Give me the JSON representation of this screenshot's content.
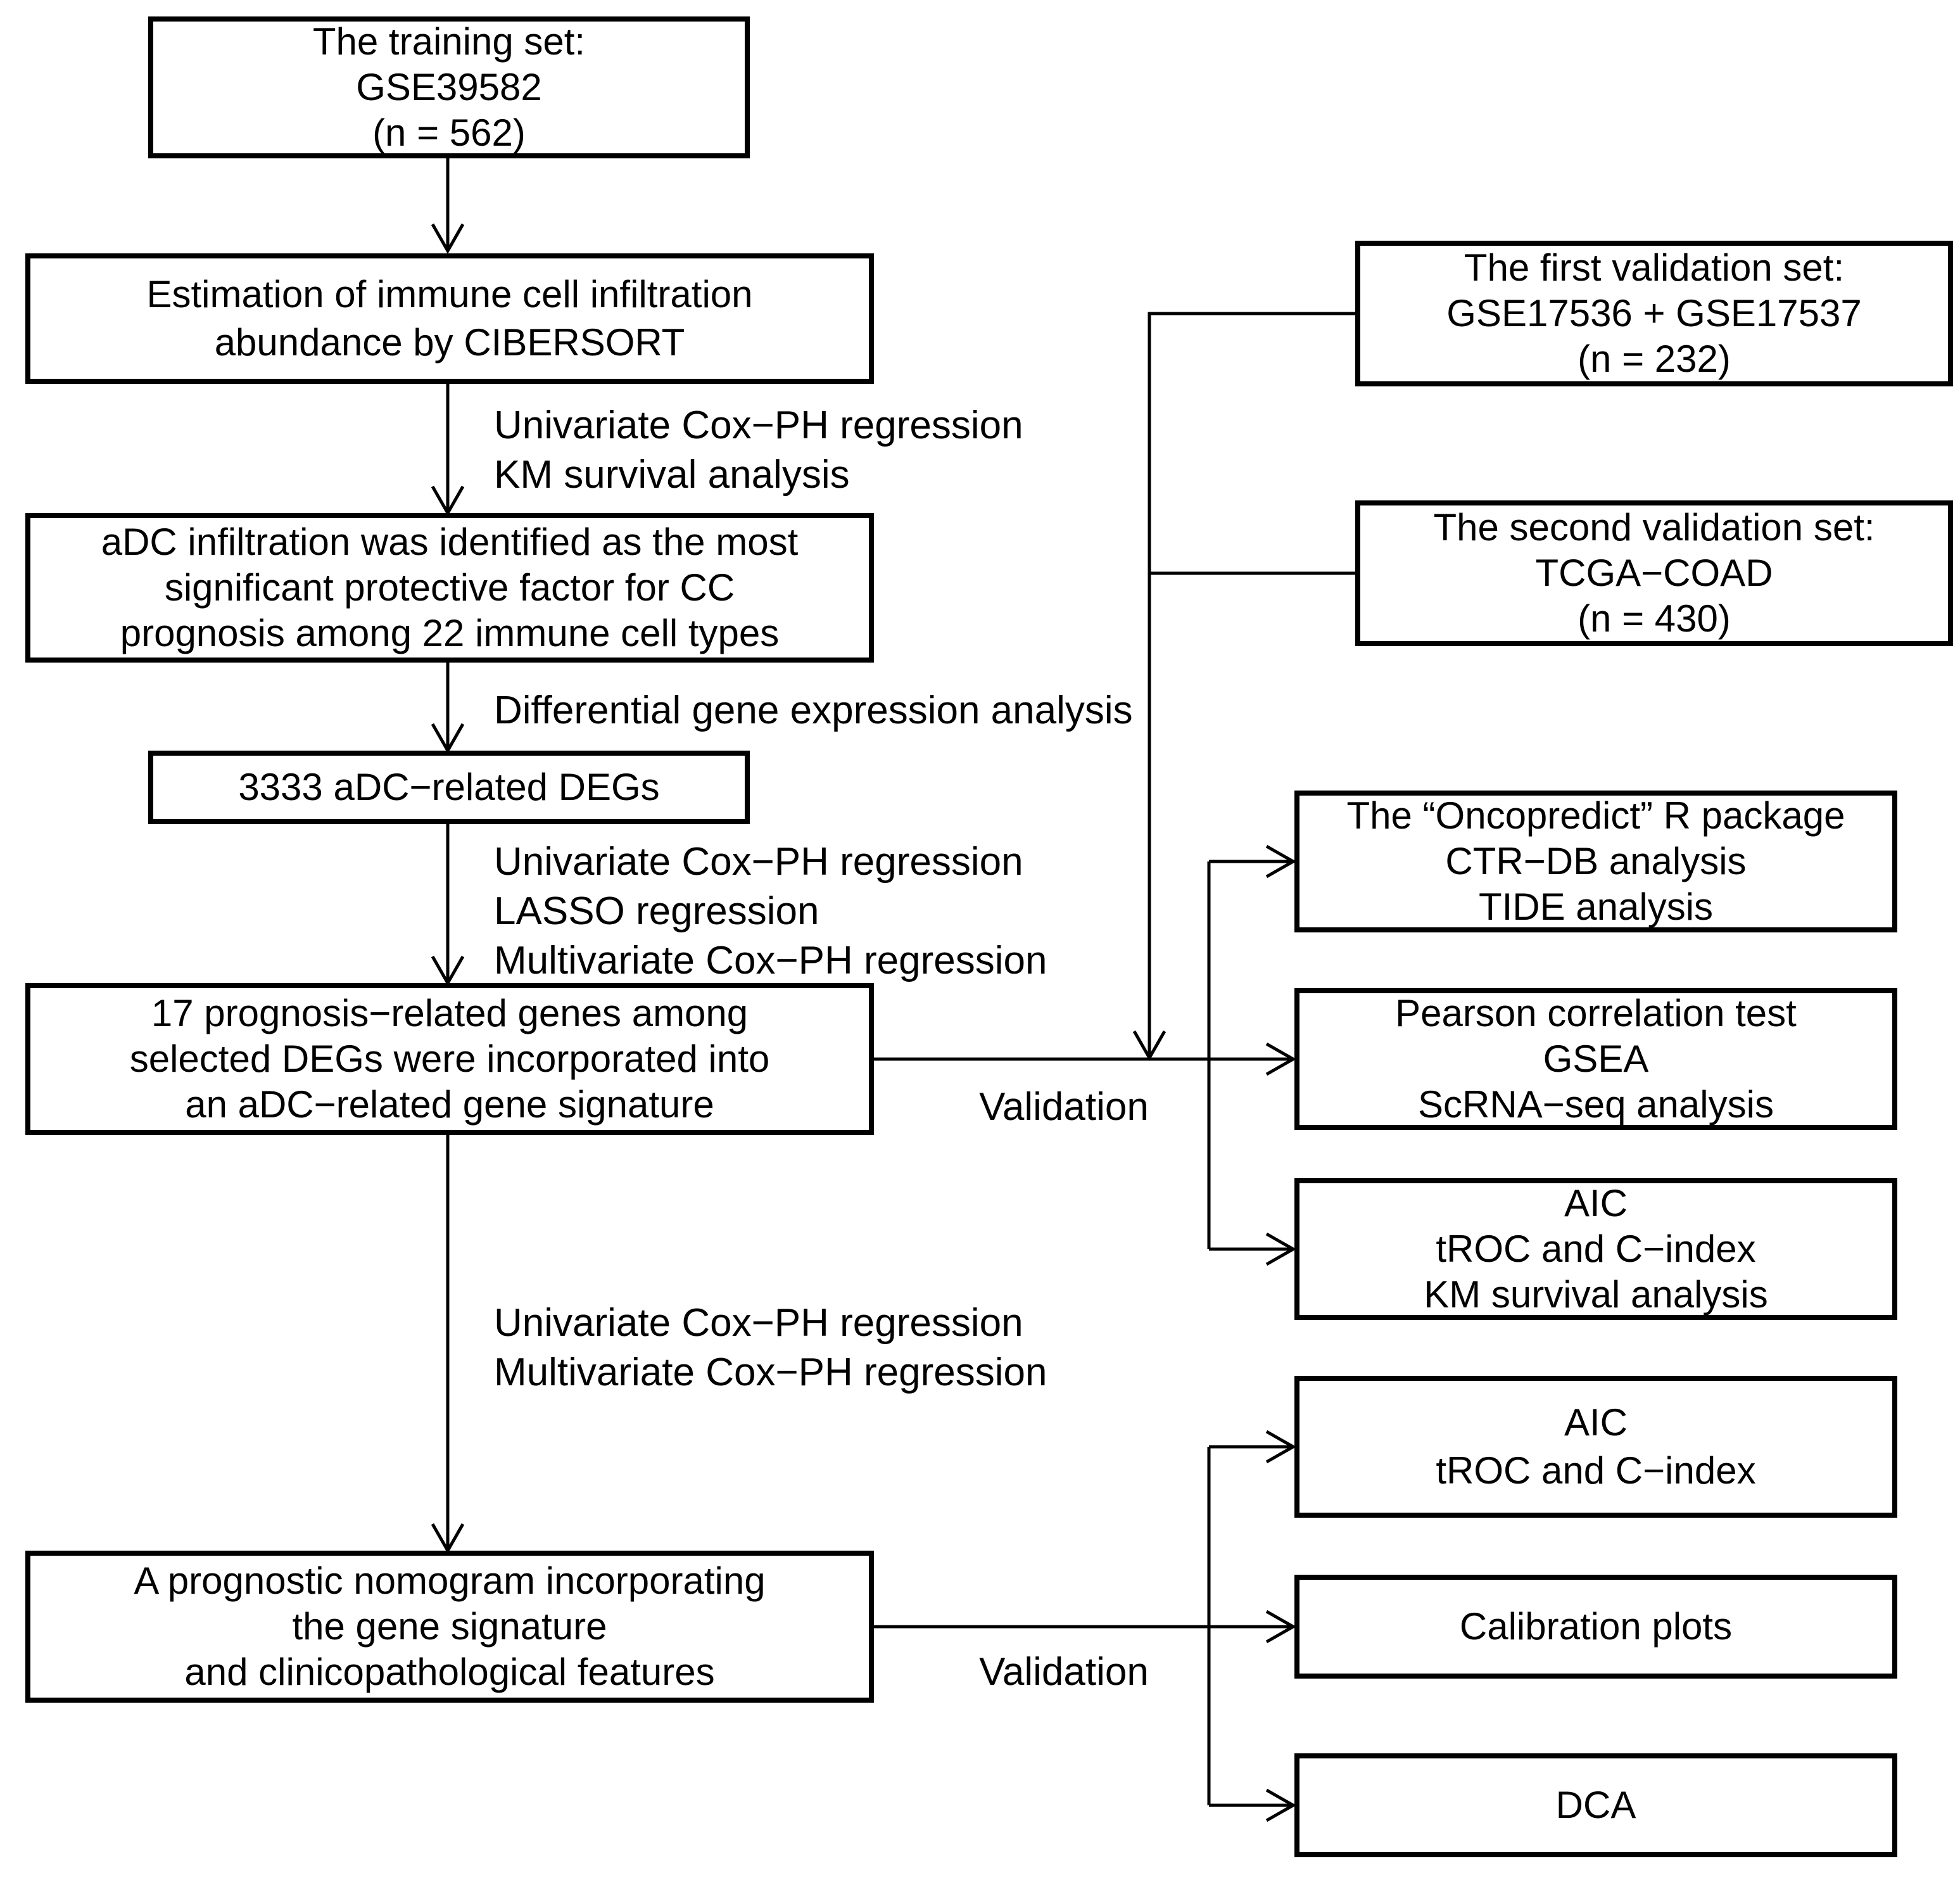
{
  "figure": {
    "colors": {
      "line": "#000000",
      "box_border": "#000000",
      "box_fill": "#ffffff",
      "background": "#ffffff"
    },
    "boxes": {
      "training": {
        "lines": [
          "The training set:",
          "GSE39582",
          "(n = 562)"
        ]
      },
      "cibersort": {
        "lines": [
          "Estimation of immune cell infiltration",
          "abundance by CIBERSORT"
        ]
      },
      "adc_infiltration": {
        "lines": [
          "aDC infiltration was identified as the most",
          "significant protective factor for CC",
          "prognosis among 22 immune cell types"
        ]
      },
      "degs": {
        "lines": [
          "3333 aDC−related DEGs"
        ]
      },
      "gene_signature": {
        "lines": [
          "17 prognosis−related genes among",
          "selected DEGs were incorporated into",
          "an aDC−related gene signature"
        ]
      },
      "nomogram": {
        "lines": [
          "A prognostic nomogram incorporating",
          "the gene signature",
          "and clinicopathological features"
        ]
      },
      "validation_set_1": {
        "lines": [
          "The first validation set:",
          "GSE17536 + GSE17537",
          "(n = 232)"
        ]
      },
      "validation_set_2": {
        "lines": [
          "The second validation set:",
          "TCGA−COAD",
          "(n = 430)"
        ]
      },
      "oncopredict": {
        "lines": [
          "The “Oncopredict” R package",
          "CTR−DB analysis",
          "TIDE analysis"
        ]
      },
      "pearson": {
        "lines": [
          "Pearson correlation test",
          "GSEA",
          "ScRNA−seq analysis"
        ]
      },
      "aic_km": {
        "lines": [
          "AIC",
          "tROC and C−index",
          "KM survival analysis"
        ]
      },
      "aic_troc": {
        "lines": [
          "AIC",
          "tROC and C−index"
        ]
      },
      "calibration": {
        "lines": [
          "Calibration plots"
        ]
      },
      "dca": {
        "lines": [
          "DCA"
        ]
      }
    },
    "edge_labels": {
      "cox_km": {
        "lines": [
          "Univariate Cox−PH regression",
          "KM survival analysis"
        ]
      },
      "dge": {
        "lines": [
          "Differential gene expression analysis"
        ]
      },
      "cox_lasso_multi": {
        "lines": [
          "Univariate Cox−PH regression",
          "LASSO regression",
          "Multivariate Cox−PH regression"
        ]
      },
      "cox_uni_multi": {
        "lines": [
          "Univariate Cox−PH regression",
          "Multivariate Cox−PH regression"
        ]
      },
      "validation_top": "Validation",
      "validation_bottom": "Validation"
    }
  }
}
